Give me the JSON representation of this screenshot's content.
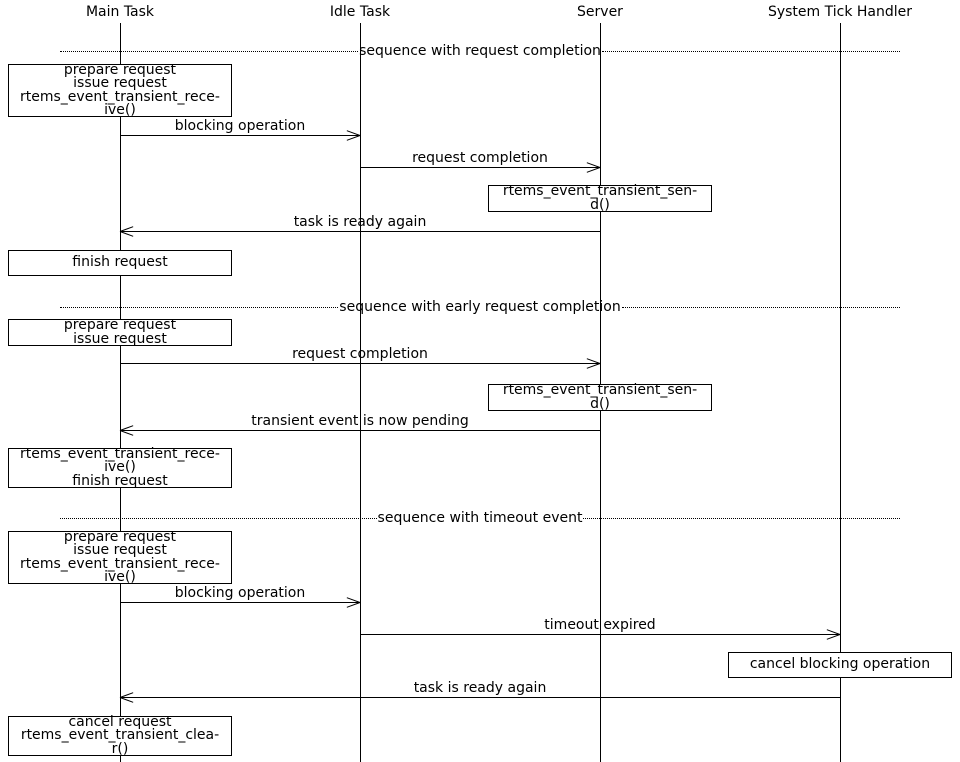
{
  "diagram_type": "uml-sequence-diagram",
  "colors": {
    "line": "#000000",
    "text": "#000000",
    "background": "#ffffff"
  },
  "lifelines": [
    {
      "label": "Main Task"
    },
    {
      "label": "Idle Task"
    },
    {
      "label": "Server"
    },
    {
      "label": "System Tick Handler"
    }
  ],
  "dividers": [
    {
      "label": "sequence with request completion"
    },
    {
      "label": "sequence with early request completion"
    },
    {
      "label": "sequence with timeout event"
    }
  ],
  "boxes": [
    {
      "lifeline": "Main Task",
      "text": "prepare request\nissue request\nrtems_event_transient_rece-\nive()"
    },
    {
      "lifeline": "Server",
      "text": "rtems_event_transient_sen-\nd()"
    },
    {
      "lifeline": "Main Task",
      "text": "finish request"
    },
    {
      "lifeline": "Main Task",
      "text": "prepare request\nissue request"
    },
    {
      "lifeline": "Server",
      "text": "rtems_event_transient_sen-\nd()"
    },
    {
      "lifeline": "Main Task",
      "text": "rtems_event_transient_rece-\nive()\nfinish request"
    },
    {
      "lifeline": "Main Task",
      "text": "prepare request\nissue request\nrtems_event_transient_rece-\nive()"
    },
    {
      "lifeline": "System Tick Handler",
      "text": "cancel blocking operation"
    },
    {
      "lifeline": "Main Task",
      "text": "cancel request\nrtems_event_transient_clea-\nr()"
    }
  ],
  "messages": [
    {
      "from": "Main Task",
      "to": "Idle Task",
      "label": "blocking operation"
    },
    {
      "from": "Idle Task",
      "to": "Server",
      "label": "request completion"
    },
    {
      "from": "Server",
      "to": "Main Task",
      "label": "task is ready again"
    },
    {
      "from": "Main Task",
      "to": "Server",
      "label": "request completion"
    },
    {
      "from": "Server",
      "to": "Main Task",
      "label": "transient event is now pending"
    },
    {
      "from": "Main Task",
      "to": "Idle Task",
      "label": "blocking operation"
    },
    {
      "from": "Idle Task",
      "to": "System Tick Handler",
      "label": "timeout expired"
    },
    {
      "from": "System Tick Handler",
      "to": "Main Task",
      "label": "task is ready again"
    }
  ]
}
